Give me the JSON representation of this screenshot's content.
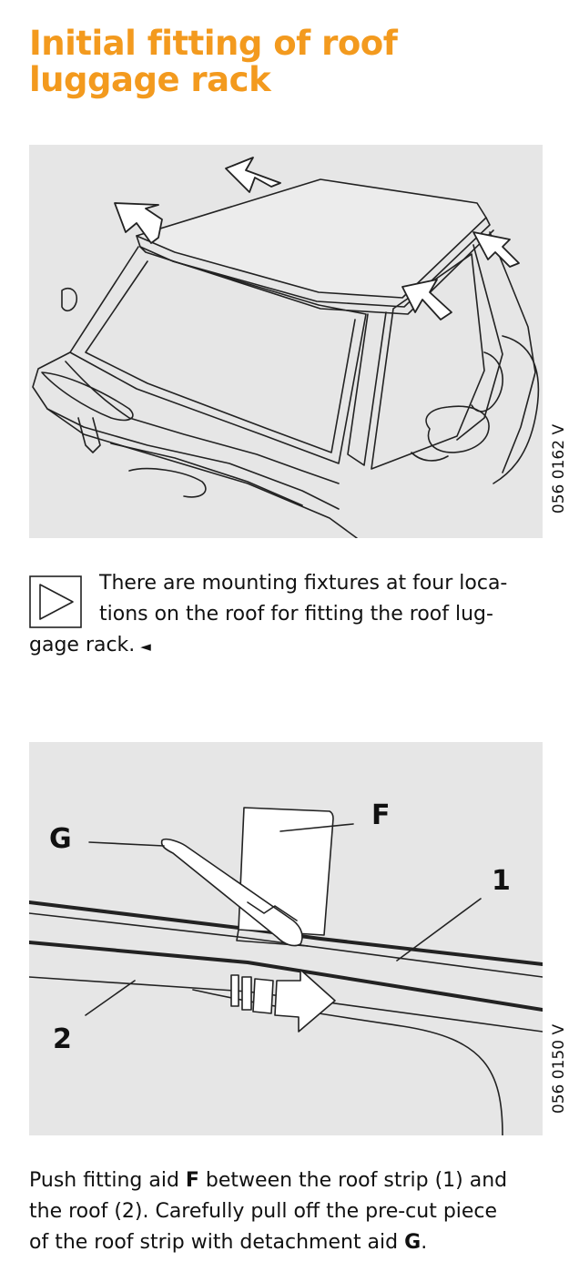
{
  "title": "Initial fitting of roof luggage rack",
  "figures": [
    {
      "code": "056 0162 V"
    },
    {
      "code": "056 0150 V",
      "labels": {
        "f": "F",
        "g": "G",
        "one": "1",
        "two": "2"
      }
    }
  ],
  "note": {
    "icon": "play-triangle-icon",
    "lines": [
      "There are mounting fixtures at four loca-",
      "tions on the roof for fitting the roof lug-",
      "gage rack."
    ],
    "end_mark": "◄"
  },
  "instruction": {
    "line1_a": "Push fitting aid ",
    "line1_b": "F",
    "line1_c": " between the roof strip (1) and",
    "line2": "the roof (2). Carefully pull off the pre-cut piece",
    "line3_a": "of the roof strip with detachment aid ",
    "line3_b": "G",
    "line3_c": "."
  }
}
